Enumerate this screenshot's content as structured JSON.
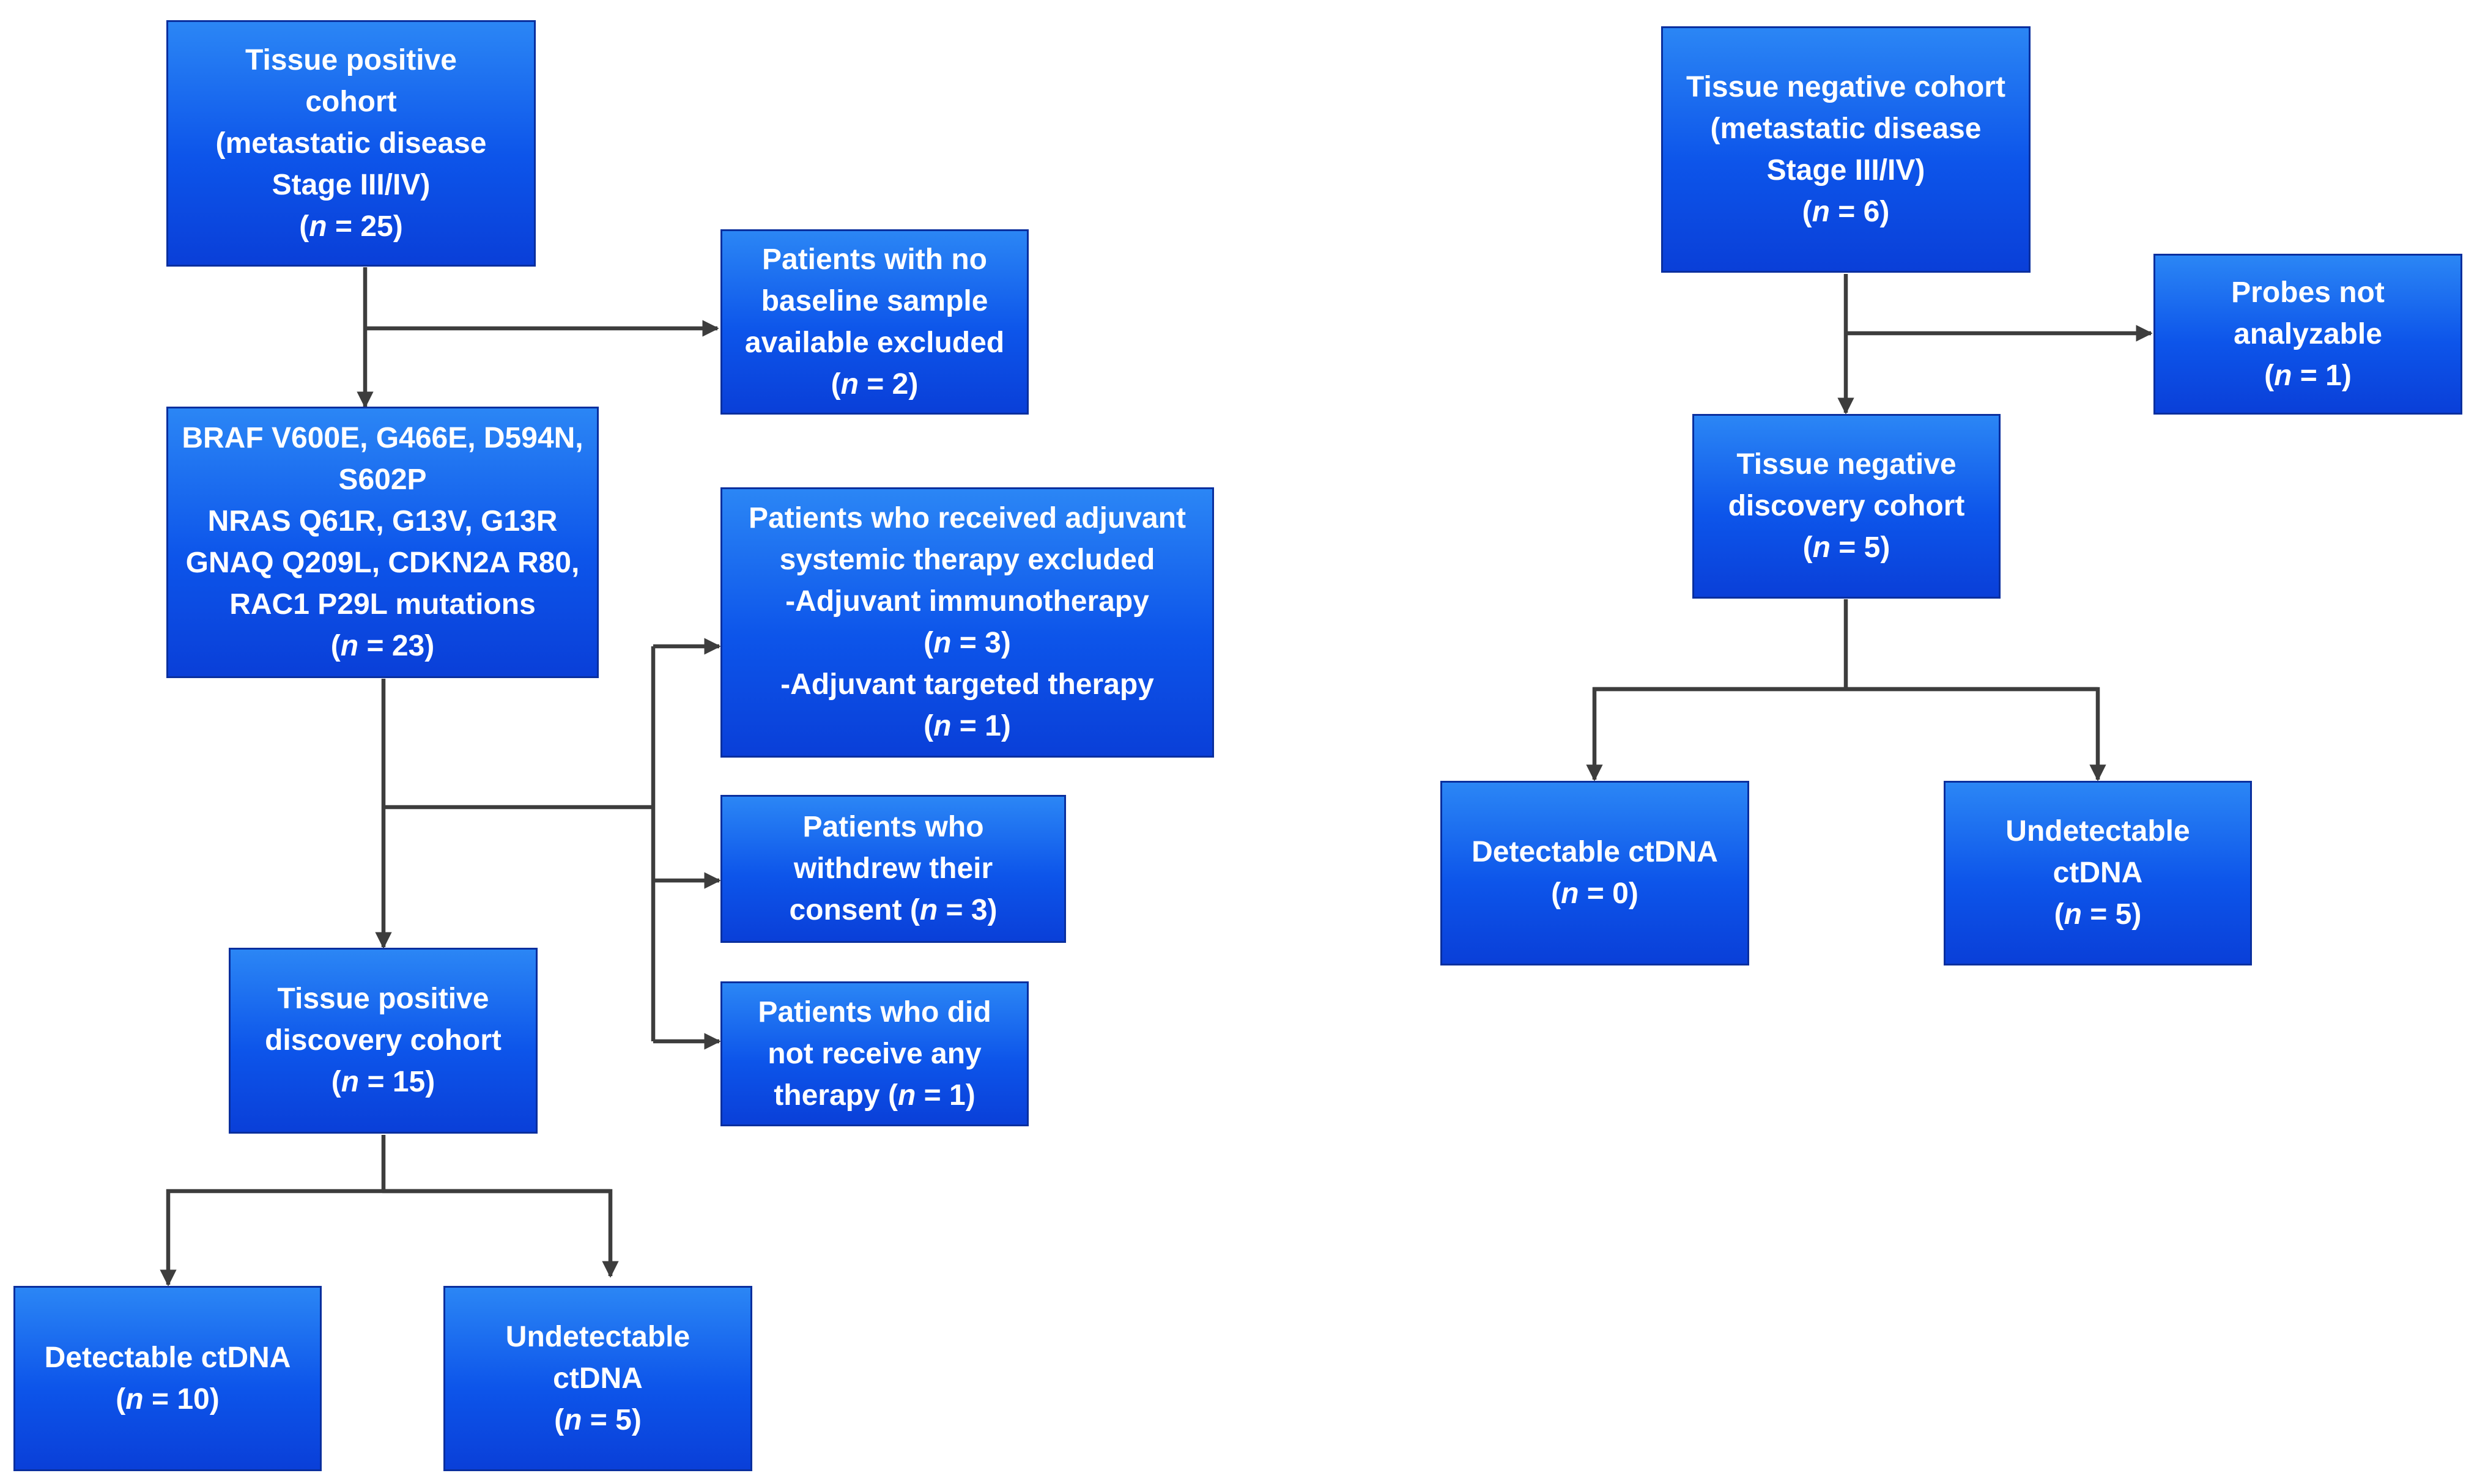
{
  "diagram": {
    "nodes": {
      "tp_cohort": [
        [
          "Tissue positive"
        ],
        [
          "cohort"
        ],
        [
          "(metastatic disease"
        ],
        [
          "Stage III/IV)"
        ],
        [
          "(",
          {
            "i": "n"
          },
          " = 25)"
        ]
      ],
      "no_baseline": [
        [
          "Patients with no"
        ],
        [
          "baseline sample"
        ],
        [
          "available excluded"
        ],
        [
          "(",
          {
            "i": "n"
          },
          " = 2)"
        ]
      ],
      "mutations": [
        [
          "BRAF V600E, G466E, D594N,"
        ],
        [
          "S602P"
        ],
        [
          "NRAS Q61R, G13V, G13R"
        ],
        [
          "GNAQ Q209L, CDKN2A R80,"
        ],
        [
          "RAC1 P29L mutations"
        ],
        [
          "(",
          {
            "i": "n"
          },
          " = 23)"
        ]
      ],
      "adjuvant": [
        [
          "Patients who received adjuvant"
        ],
        [
          "systemic therapy excluded"
        ],
        [
          "-Adjuvant immunotherapy"
        ],
        [
          "(",
          {
            "i": "n"
          },
          " = 3)"
        ],
        [
          "-Adjuvant targeted therapy"
        ],
        [
          "(",
          {
            "i": "n"
          },
          " = 1)"
        ]
      ],
      "withdrew": [
        [
          "Patients who"
        ],
        [
          "withdrew their"
        ],
        [
          "consent (",
          {
            "i": "n"
          },
          " = 3)"
        ]
      ],
      "no_therapy": [
        [
          "Patients who did"
        ],
        [
          "not receive any"
        ],
        [
          "therapy (",
          {
            "i": "n"
          },
          " = 1)"
        ]
      ],
      "tp_discovery": [
        [
          "Tissue positive"
        ],
        [
          "discovery cohort"
        ],
        [
          "(",
          {
            "i": "n"
          },
          " = 15)"
        ]
      ],
      "tp_detectable": [
        [
          "Detectable ctDNA"
        ],
        [
          "(",
          {
            "i": "n"
          },
          " = 10)"
        ]
      ],
      "tp_undetectable": [
        [
          "Undetectable"
        ],
        [
          "ctDNA"
        ],
        [
          "(",
          {
            "i": "n"
          },
          " = 5)"
        ]
      ],
      "tn_cohort": [
        [
          "Tissue negative cohort"
        ],
        [
          "(metastatic disease"
        ],
        [
          "Stage III/IV)"
        ],
        [
          "(",
          {
            "i": "n"
          },
          " = 6)"
        ]
      ],
      "probes": [
        [
          "Probes not"
        ],
        [
          "analyzable"
        ],
        [
          "(",
          {
            "i": "n"
          },
          " = 1)"
        ]
      ],
      "tn_discovery": [
        [
          "Tissue negative"
        ],
        [
          "discovery cohort"
        ],
        [
          "(",
          {
            "i": "n"
          },
          " = 5)"
        ]
      ],
      "tn_detectable": [
        [
          "Detectable ctDNA"
        ],
        [
          "(",
          {
            "i": "n"
          },
          " = 0)"
        ]
      ],
      "tn_undetectable": [
        [
          "Undetectable"
        ],
        [
          "ctDNA"
        ],
        [
          "(",
          {
            "i": "n"
          },
          " = 5)"
        ]
      ]
    },
    "colors": {
      "box_top": "#2b86f5",
      "box_bottom": "#0a3fd8",
      "box_border": "#0a2f9e",
      "text": "#ffffff",
      "connector": "#3d3d3d"
    }
  }
}
